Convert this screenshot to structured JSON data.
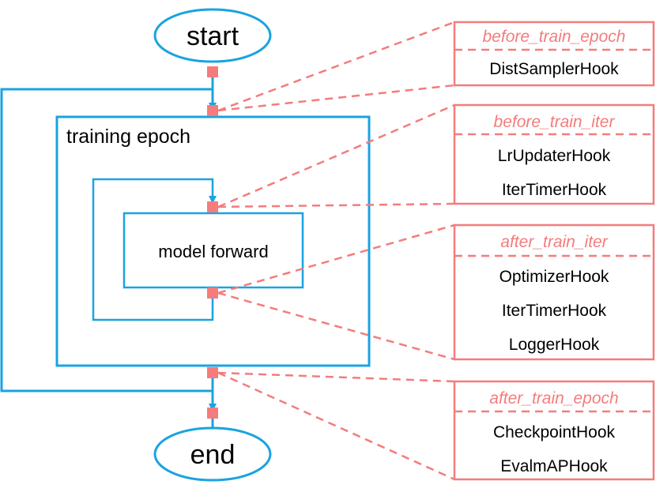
{
  "start": "start",
  "end": "end",
  "epoch_label": "training epoch",
  "iter_label": "model forward",
  "hooks": [
    {
      "name": "before_train_epoch",
      "items": [
        "DistSamplerHook"
      ]
    },
    {
      "name": "before_train_iter",
      "items": [
        "LrUpdaterHook",
        "IterTimerHook"
      ]
    },
    {
      "name": "after_train_iter",
      "items": [
        "OptimizerHook",
        "IterTimerHook",
        "LoggerHook"
      ]
    },
    {
      "name": "after_train_epoch",
      "items": [
        "CheckpointHook",
        "EvalmAPHook"
      ]
    }
  ],
  "colors": {
    "flow": "#1aa3e0",
    "hook": "#f47c7c"
  }
}
